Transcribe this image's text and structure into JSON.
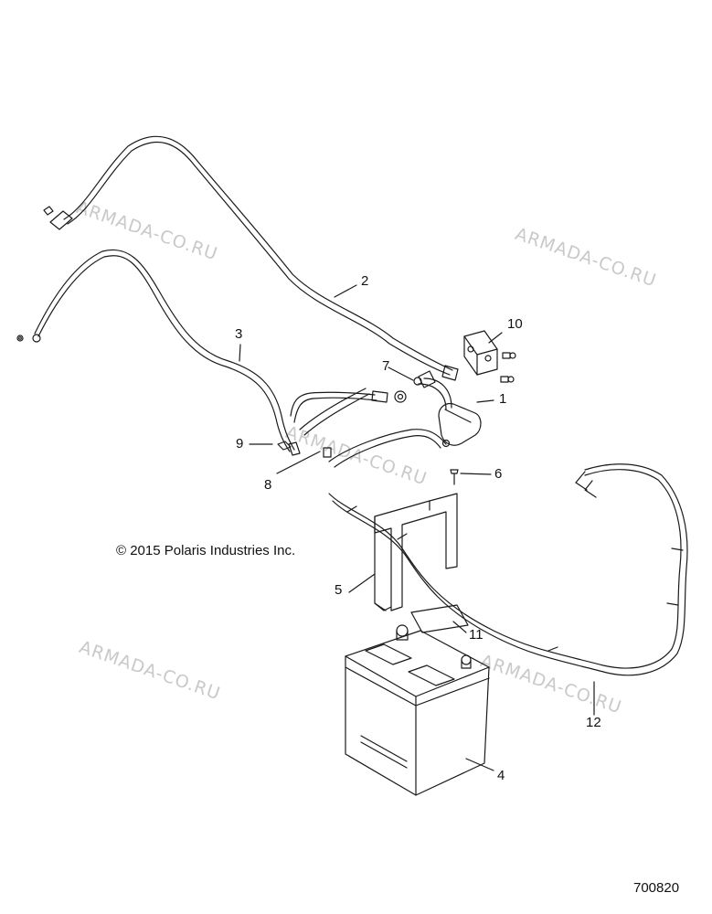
{
  "watermarks": [
    "ARMADA-CO.RU",
    "ARMADA-CO.RU",
    "ARMADA-CO.RU",
    "ARMADA-CO.RU",
    "ARMADA-CO.RU"
  ],
  "callouts": [
    "1",
    "2",
    "3",
    "4",
    "5",
    "6",
    "7",
    "8",
    "9",
    "10",
    "11",
    "12"
  ],
  "copyright": "© 2015 Polaris Industries Inc.",
  "drawing_number": "700820",
  "colors": {
    "line": "#1a1a1a",
    "watermark": "#c9c9c9"
  }
}
